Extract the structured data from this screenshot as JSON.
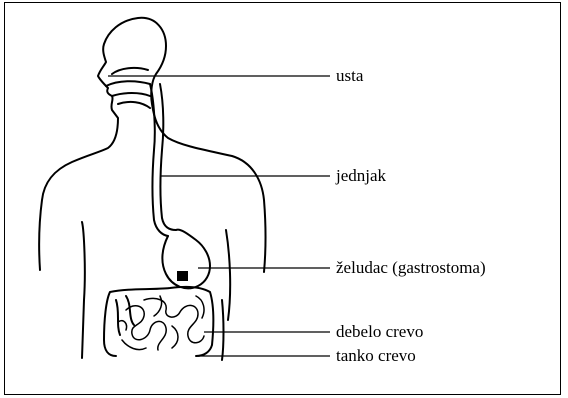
{
  "diagram": {
    "labels": {
      "mouth": "usta",
      "esophagus": "jednjak",
      "stomach": "želudac (gastrostoma)",
      "large_intestine": "debelo crevo",
      "small_intestine": "tanko crevo"
    },
    "colors": {
      "line": "#000000",
      "background": "#ffffff",
      "stoma_marker": "#000000"
    }
  }
}
